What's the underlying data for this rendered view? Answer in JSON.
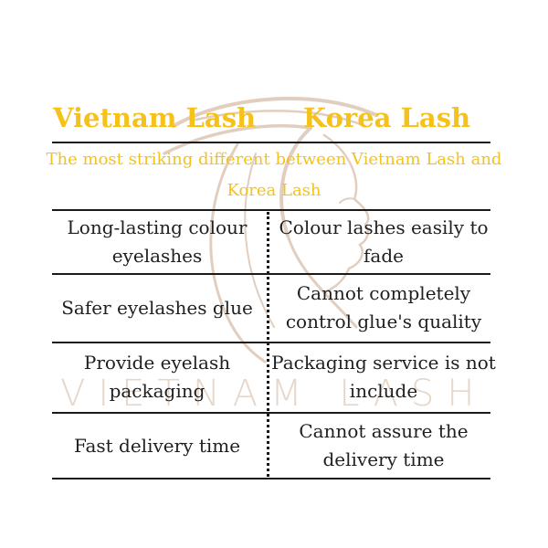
{
  "heading": {
    "left": "Vietnam Lash",
    "right": "Korea Lash"
  },
  "subtitle": "The most striking different between Vietnam Lash and Korea Lash",
  "rows": [
    {
      "left": "Long-lasting colour eyelashes",
      "right": "Colour lashes easily to fade"
    },
    {
      "left": "Safer eyelashes glue",
      "right": "Cannot completely control glue's quality"
    },
    {
      "left": "Provide eyelash packaging",
      "right": "Packaging service is not include"
    },
    {
      "left": "Fast delivery time",
      "right": "Cannot assure the delivery time"
    }
  ],
  "watermark": {
    "text": "VIETNAM LASH",
    "figure": "woman-profile-logo"
  },
  "colors": {
    "accent": "#f5c21b",
    "text": "#1f1f1f",
    "rule": "#1a1a1a",
    "watermark": "#c9a78c"
  }
}
